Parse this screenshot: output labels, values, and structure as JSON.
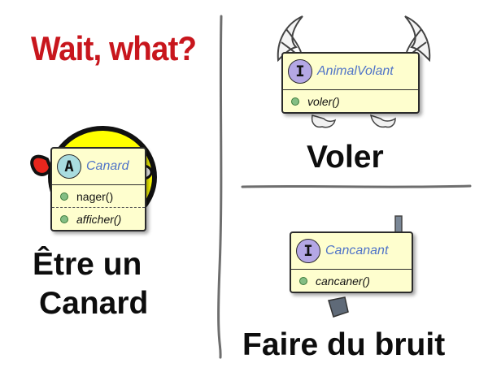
{
  "headline": "Wait, what?",
  "colors": {
    "headline": "#c8161d",
    "class_fill": "#fefece",
    "interface_badge": "#b4a7e5",
    "abstract_badge": "#a9dcdf",
    "class_name": "#5074c8",
    "method_dot": "#84be84",
    "duck_yellow": "#ffff00",
    "duck_beak": "#e8261d"
  },
  "classes": {
    "canard": {
      "stereotype": "A",
      "name": "Canard",
      "methods": [
        "nager()",
        "afficher()"
      ]
    },
    "animal_volant": {
      "stereotype": "I",
      "name": "AnimalVolant",
      "methods": [
        "voler()"
      ]
    },
    "cancanant": {
      "stereotype": "I",
      "name": "Cancanant",
      "methods": [
        "cancaner()"
      ]
    }
  },
  "captions": {
    "left_line1": "Être un",
    "left_line2": "Canard",
    "top_right": "Voler",
    "bottom_right": "Faire du bruit"
  },
  "decorations": {
    "duck_behind_canard": "duck-head-icon",
    "wings_behind_animal_volant": "wings-icon",
    "paws_below_animal_volant": "bird-feet-icon",
    "megaphone_behind_cancanant": "megaphone-icon"
  }
}
